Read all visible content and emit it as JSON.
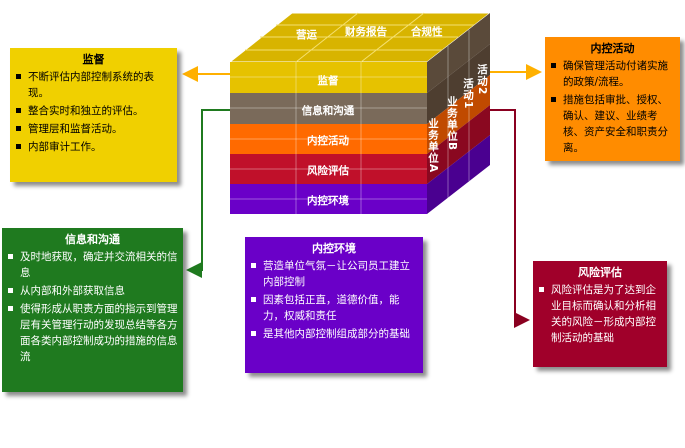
{
  "cube": {
    "top_labels": [
      "营运",
      "财务报告",
      "合规性"
    ],
    "front_layers": [
      "监督",
      "信息和沟通",
      "内控活动",
      "风险评估",
      "内控环境"
    ],
    "side_labels": [
      "业务单位A",
      "业务单位B",
      "活动1",
      "活动2"
    ]
  },
  "supervision": {
    "title": "监督",
    "items": [
      "不断评估内部控制系统的表现。",
      "整合实时和独立的评估。",
      "管理层和监督活动。",
      "内部审计工作。"
    ]
  },
  "control_activities": {
    "title": "内控活动",
    "items": [
      "确保管理活动付诸实施的政策/流程。",
      "措施包括审批、授权、确认、建议、业绩考核、资产安全和职责分离。"
    ]
  },
  "info_comm": {
    "title": "信息和沟通",
    "items": [
      "及时地获取，确定并交流相关的信息",
      "从内部和外部获取信息",
      "使得形成从职责方面的指示到管理层有关管理行动的发现总结等各方面各类内部控制成功的措施的信息流"
    ]
  },
  "control_env": {
    "title": "内控环境",
    "items": [
      "营造单位气氛－让公司员工建立内部控制",
      "因素包括正直，道德价值，能力，权威和责任",
      "是其他内部控制组成部分的基础"
    ]
  },
  "risk": {
    "title": "风险评估",
    "items": [
      "风险评估是为了达到企业目标而确认和分析相关的风险－形成内部控制活动的基础"
    ]
  },
  "colors": {
    "yellow": "#f0d000",
    "grey": "#7a6a5a",
    "orange": "#ff6a00",
    "red": "#c0102a",
    "purple": "#6a00c8",
    "green": "#1f7a1f",
    "dark_red": "#a0002a"
  }
}
